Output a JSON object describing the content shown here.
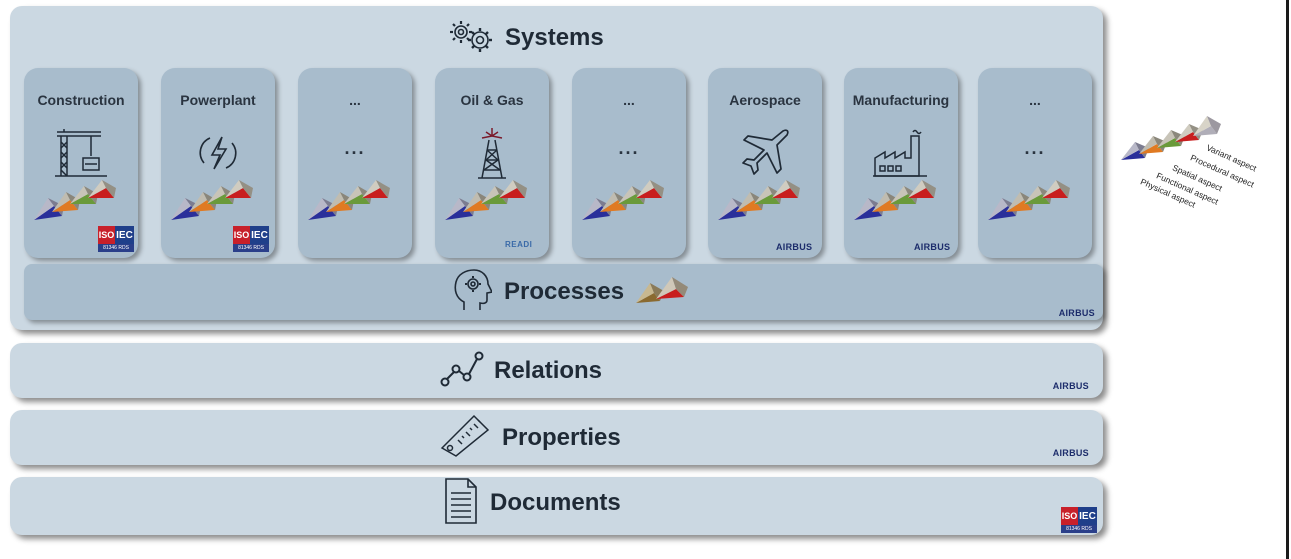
{
  "layers": {
    "systems": {
      "title": "Systems",
      "cards": [
        {
          "label": "Construction",
          "icon": "crane-icon",
          "badge": "iso-iec"
        },
        {
          "label": "Powerplant",
          "icon": "lightning-icon",
          "badge": "iso-iec"
        },
        {
          "label": "...",
          "icon": "...",
          "badge": ""
        },
        {
          "label": "Oil & Gas",
          "icon": "oil-rig-icon",
          "badge": "READI"
        },
        {
          "label": "...",
          "icon": "...",
          "badge": ""
        },
        {
          "label": "Aerospace",
          "icon": "airplane-icon",
          "badge": "AIRBUS"
        },
        {
          "label": "Manufacturing",
          "icon": "factory-icon",
          "badge": "AIRBUS"
        },
        {
          "label": "...",
          "icon": "...",
          "badge": ""
        }
      ]
    },
    "processes": {
      "title": "Processes",
      "icon": "head-gear-icon",
      "badge": "AIRBUS"
    },
    "relations": {
      "title": "Relations",
      "icon": "graph-icon",
      "badge": "AIRBUS"
    },
    "properties": {
      "title": "Properties",
      "icon": "ruler-icon",
      "badge": "AIRBUS"
    },
    "documents": {
      "title": "Documents",
      "icon": "document-icon",
      "badge": "iso-iec"
    }
  },
  "badges": {
    "airbus": "AIRBUS",
    "readi": "READI",
    "iso": "ISO",
    "iec": "IEC",
    "iso_number": "81346 RDS"
  },
  "legend": {
    "aspects": [
      "Variant aspect",
      "Procedural aspect",
      "Spatial aspect",
      "Functional aspect",
      "Physical aspect"
    ]
  },
  "colors": {
    "panel": "#cbd8e2",
    "card": "#a8bccc",
    "physical": "#2a2f9a",
    "functional": "#e07a22",
    "spatial": "#6a9a3a",
    "procedural": "#c81e1e",
    "variant": "#9a9aa8"
  }
}
